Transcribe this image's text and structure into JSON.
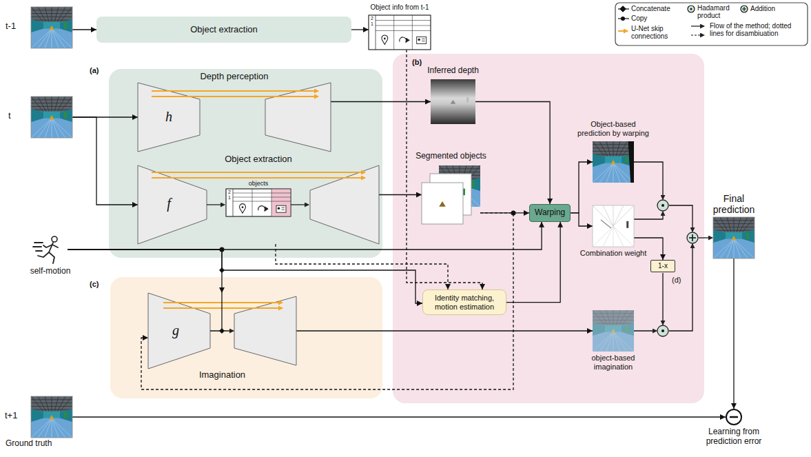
{
  "diagram": {
    "nodes": [
      {
        "text": [
          "t-1"
        ]
      },
      {
        "text": [
          "Object extraction"
        ]
      },
      {
        "text": [
          "Object info from t-1"
        ]
      },
      {
        "text": [
          "(a)"
        ]
      },
      {
        "text": [
          "t"
        ]
      },
      {
        "text": [
          "Depth perception",
          "h"
        ],
        "in": 3
      },
      {
        "text": [
          "Object extraction",
          "f"
        ],
        "in": 3
      },
      {
        "text": [
          "self-motion"
        ]
      },
      {
        "text": [
          "(c)"
        ]
      },
      {
        "text": [
          "g",
          "Imagination"
        ],
        "in": 8
      },
      {
        "text": [
          "(b)"
        ]
      },
      {
        "text": [
          "Inferred depth"
        ],
        "in": 10
      },
      {
        "text": [
          "Segmented objects"
        ],
        "in": 10
      },
      {
        "text": [
          "Warping"
        ],
        "in": 10
      },
      {
        "text": [
          "Object-based prediction by warping"
        ],
        "in": 10
      },
      {
        "text": [
          "Combination weight"
        ],
        "in": 10
      },
      {
        "text": [
          "1-x"
        ],
        "in": 10
      },
      {
        "text": [
          "Identity matching, motion estimation"
        ],
        "in": 10
      },
      {
        "text": [
          "object-based imagination"
        ],
        "in": 10
      },
      {
        "text": [
          "Final prediction"
        ]
      },
      {
        "text": [
          "t+1",
          "Ground truth"
        ]
      },
      {
        "text": [
          "Learning from prediction error"
        ]
      }
    ],
    "edges": [
      {
        "from": 0,
        "to": 1,
        "arrow": "to"
      },
      {
        "from": 1,
        "to": 2,
        "arrow": "to"
      },
      {
        "from": 4,
        "to": 5,
        "arrow": "to"
      },
      {
        "from": 4,
        "to": 6,
        "arrow": "to"
      },
      {
        "from": 5,
        "to": 11,
        "arrow": "to"
      },
      {
        "from": 6,
        "to": 12,
        "arrow": "to"
      },
      {
        "from": 11,
        "to": 13,
        "arrow": "to"
      },
      {
        "from": 12,
        "to": 13,
        "arrow": "to"
      },
      {
        "from": 7,
        "to": 13,
        "arrow": "to"
      },
      {
        "from": 7,
        "to": 9,
        "arrow": "to"
      },
      {
        "from": 7,
        "to": 17,
        "arrow": "to"
      },
      {
        "from": 6,
        "to": 17,
        "arrow": "to"
      },
      {
        "from": 2,
        "to": 17,
        "arrow": "to"
      },
      {
        "from": 12,
        "to": 9,
        "arrow": "to"
      },
      {
        "from": 17,
        "to": 13,
        "arrow": "to"
      },
      {
        "from": 9,
        "to": 18,
        "arrow": "to"
      },
      {
        "from": 13,
        "to": 14,
        "arrow": "to"
      },
      {
        "from": 13,
        "to": 15,
        "arrow": "to"
      },
      {
        "from": 15,
        "to": 16,
        "arrow": "to"
      },
      {
        "from": 19,
        "to": 21,
        "arrow": "to"
      },
      {
        "from": 20,
        "to": 21,
        "arrow": "to"
      }
    ],
    "labels": [
      "(d)",
      "objects",
      "2",
      "1",
      "2",
      "1"
    ],
    "legend": [
      {
        "text": "Concatenate"
      },
      {
        "text": "Hadamard product"
      },
      {
        "text": "Addition"
      },
      {
        "text": "Copy"
      },
      {
        "text": "U-Net skip connections"
      },
      {
        "text": "Flow of the method; dotted lines for disambiuation"
      }
    ]
  }
}
